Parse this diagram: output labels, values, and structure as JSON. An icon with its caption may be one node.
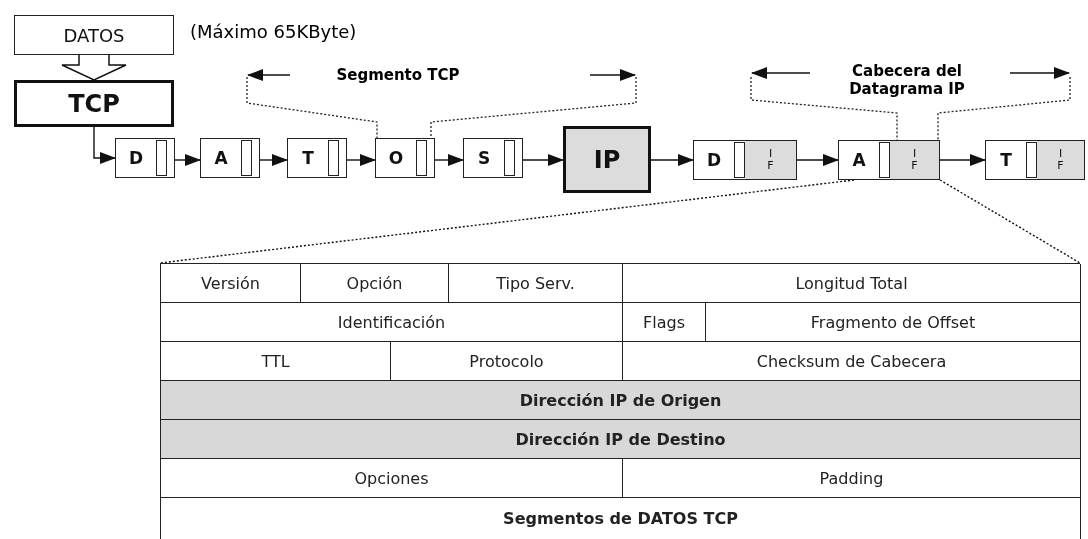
{
  "diagram": {
    "nodes": [
      {
        "text": [
          "DATOS"
        ],
        "beside": [
          "(Máximo 65KByte)"
        ]
      },
      {
        "text": [
          "TCP"
        ]
      },
      {
        "text": [
          "D"
        ]
      },
      {
        "text": [
          "A"
        ]
      },
      {
        "text": [
          "T"
        ]
      },
      {
        "text": [
          "O"
        ]
      },
      {
        "text": [
          "S"
        ]
      },
      {
        "text": [
          "IP"
        ]
      },
      {
        "text": [
          "D",
          "I F"
        ]
      },
      {
        "text": [
          "A",
          "I F"
        ]
      },
      {
        "text": [
          "T",
          "I F"
        ]
      },
      {
        "text": [],
        "shape": "box"
      },
      {
        "text": [
          "Versión"
        ],
        "in": 11
      },
      {
        "text": [
          "Opción"
        ],
        "in": 11
      },
      {
        "text": [
          "Tipo Serv."
        ],
        "in": 11
      },
      {
        "text": [
          "Longitud Total"
        ],
        "in": 11
      },
      {
        "text": [
          "Identificación"
        ],
        "in": 11
      },
      {
        "text": [
          "Flags"
        ],
        "in": 11
      },
      {
        "text": [
          "Fragmento de Offset"
        ],
        "in": 11
      },
      {
        "text": [
          "TTL"
        ],
        "in": 11
      },
      {
        "text": [
          "Protocolo"
        ],
        "in": 11
      },
      {
        "text": [
          "Checksum de Cabecera"
        ],
        "in": 11
      },
      {
        "text": [
          "Dirección IP de Origen"
        ],
        "in": 11
      },
      {
        "text": [
          "Dirección IP de Destino"
        ],
        "in": 11
      },
      {
        "text": [
          "Opciones"
        ],
        "in": 11
      },
      {
        "text": [
          "Padding"
        ],
        "in": 11
      },
      {
        "text": [
          "Segmentos de DATOS TCP"
        ],
        "in": 11
      }
    ],
    "edges": [
      {
        "from": 0,
        "to": 1,
        "arrow": "to"
      },
      {
        "from": 1,
        "to": 2,
        "arrow": "to"
      },
      {
        "from": 2,
        "to": 3,
        "arrow": "to"
      },
      {
        "from": 3,
        "to": 4,
        "arrow": "to"
      },
      {
        "from": 4,
        "to": 5,
        "arrow": "to"
      },
      {
        "from": 5,
        "to": 6,
        "arrow": "to"
      },
      {
        "from": 6,
        "to": 7,
        "arrow": "to"
      },
      {
        "from": 7,
        "to": 8,
        "arrow": "to"
      },
      {
        "from": 8,
        "to": 9,
        "arrow": "to"
      },
      {
        "from": 9,
        "to": 10,
        "arrow": "to"
      },
      {
        "from": 9,
        "to": 11,
        "arrow": "none",
        "style": "dashed"
      },
      {
        "from": 9,
        "to": 11,
        "arrow": "none",
        "style": "dashed"
      }
    ],
    "labels": [
      "Segmento TCP",
      "Cabecera del Datagrama IP"
    ]
  }
}
